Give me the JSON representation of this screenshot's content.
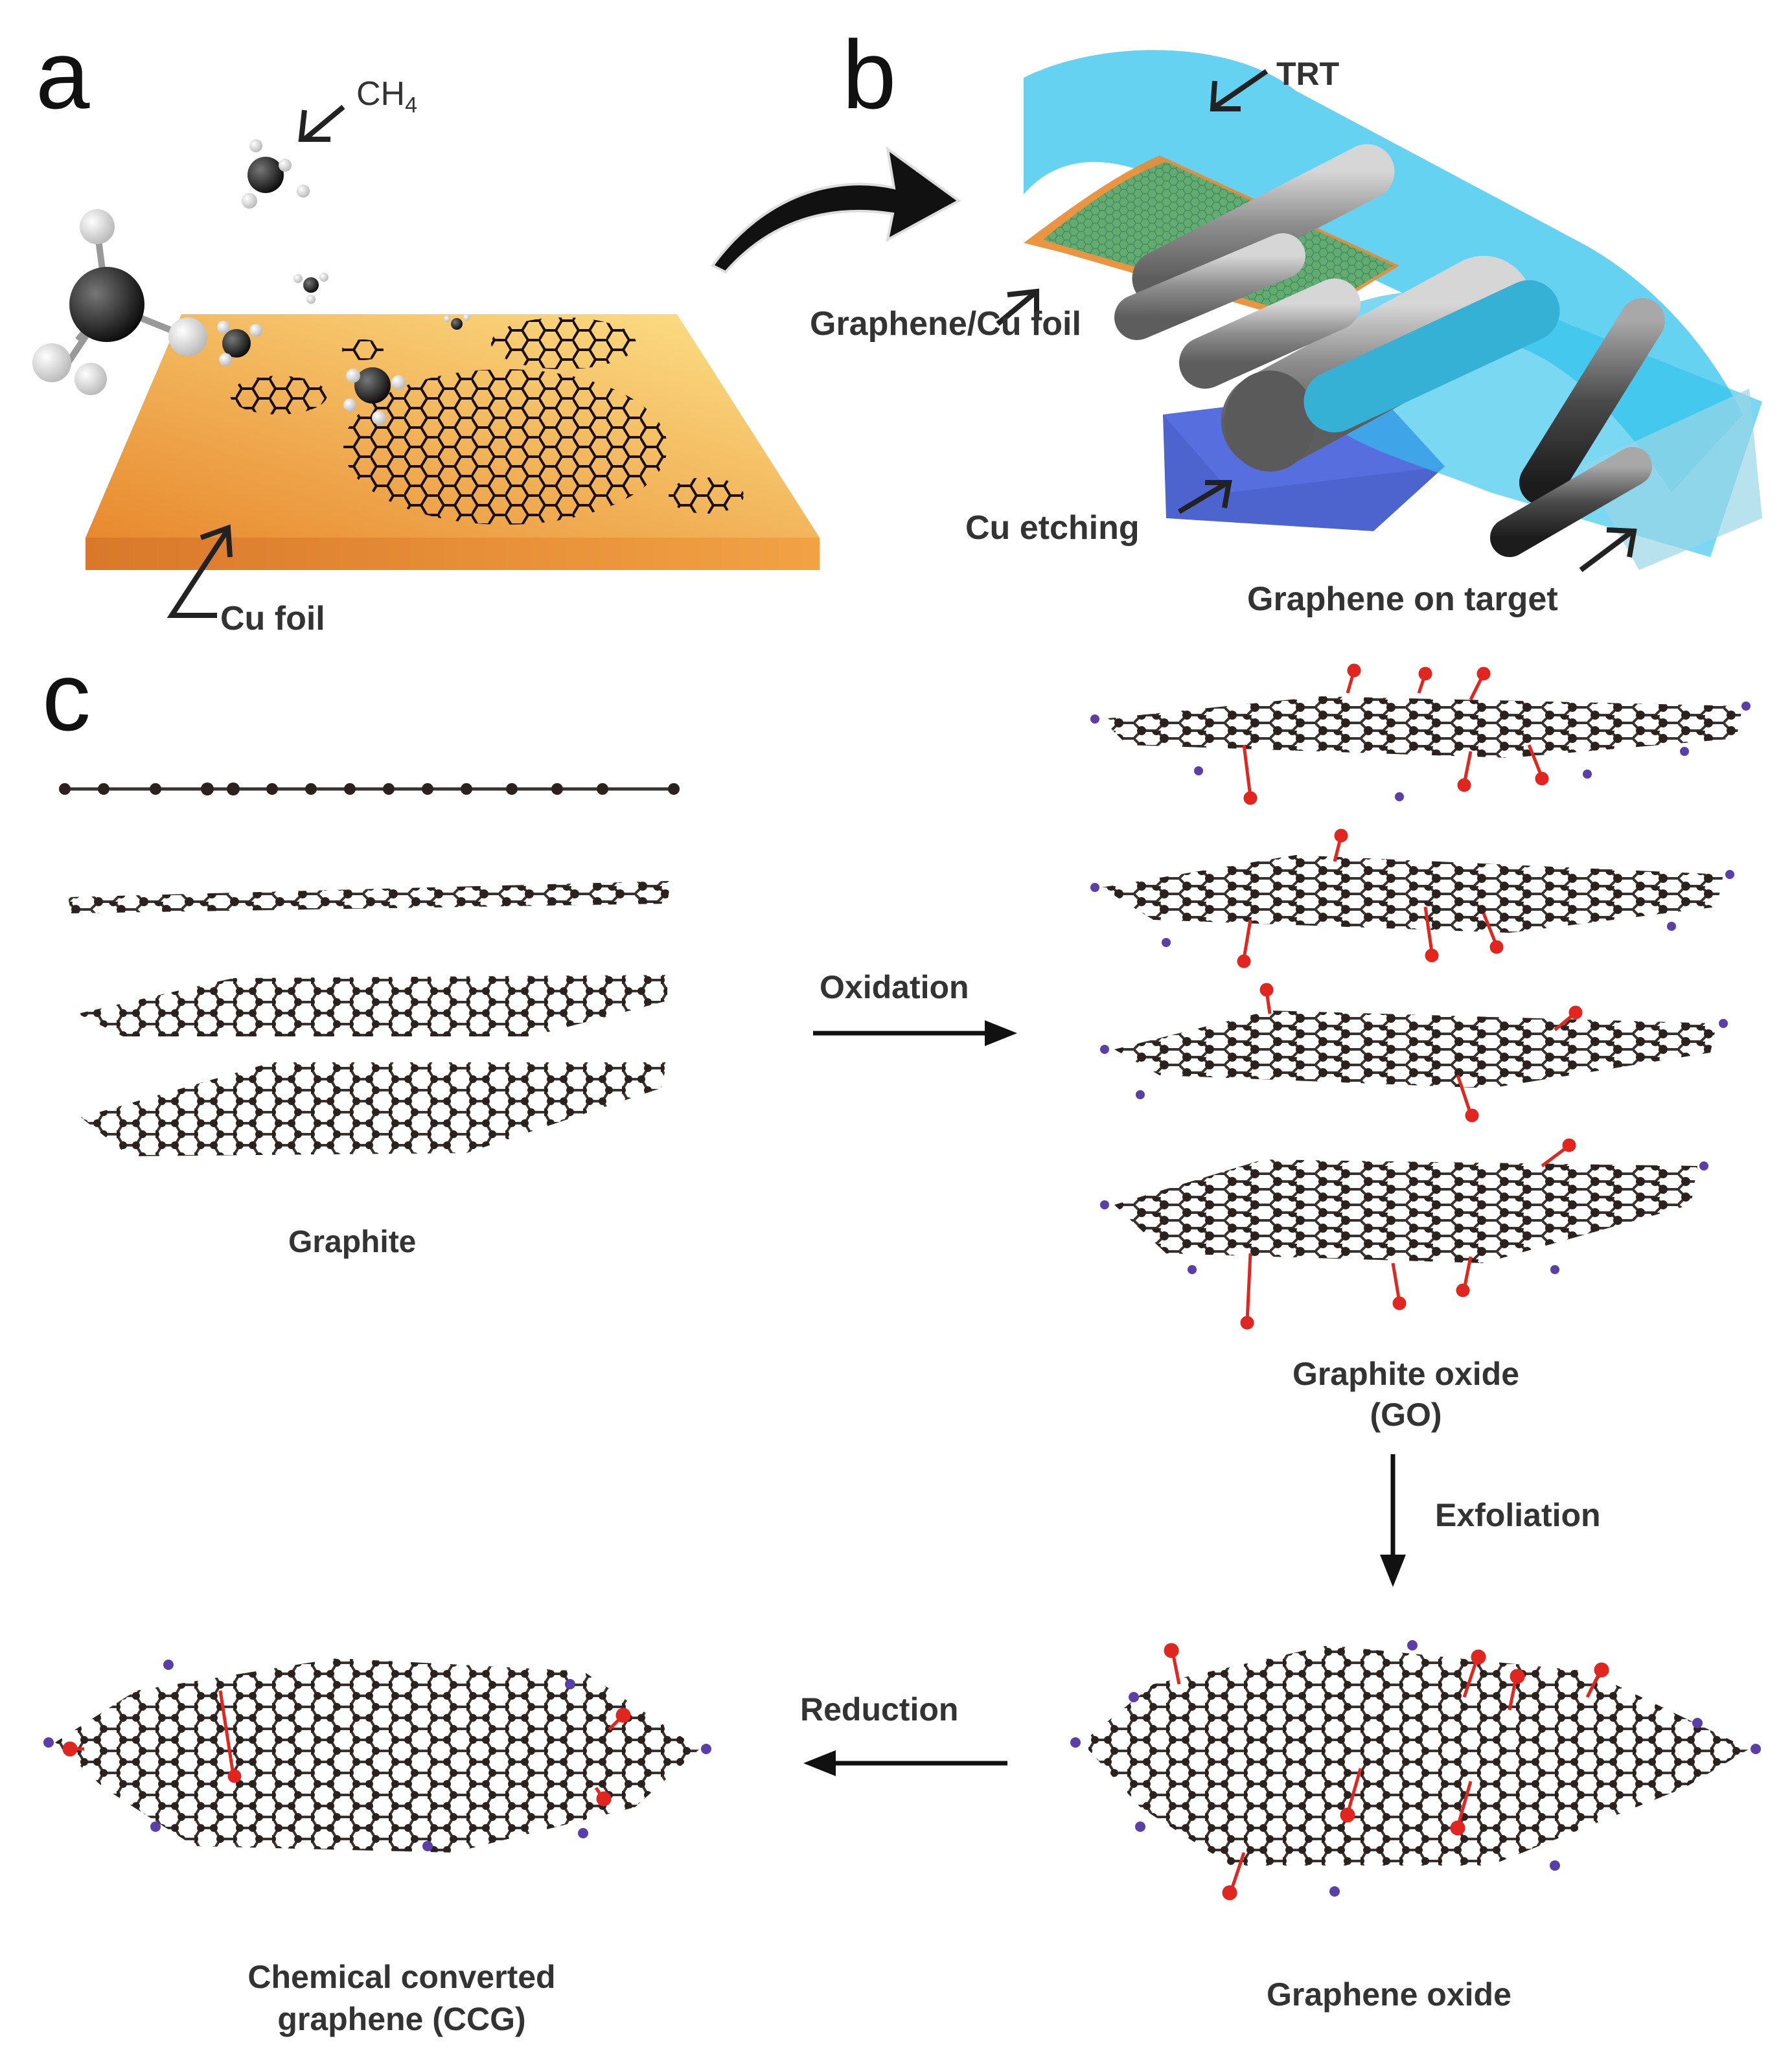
{
  "panels": {
    "a": {
      "letter": "a",
      "gas_label": "CH",
      "gas_subscript": "4",
      "substrate_label": "Cu foil"
    },
    "b": {
      "letter": "b",
      "tape_label": "TRT",
      "foil_label": "Graphene/Cu foil",
      "etch_label": "Cu etching",
      "target_label": "Graphene on target"
    },
    "c": {
      "letter": "c",
      "graphite_label": "Graphite",
      "oxidation_label": "Oxidation",
      "go_label_line1": "Graphite oxide",
      "go_label_line2": "(GO)",
      "exfoliation_label": "Exfoliation",
      "graphene_oxide_label": "Graphene oxide",
      "reduction_label": "Reduction",
      "ccg_label_line1": "Chemical converted",
      "ccg_label_line2": "graphene (CCG)"
    }
  },
  "colors": {
    "copper_light": "#fde38a",
    "copper_dark": "#e8892e",
    "tape": "#33c3ec",
    "graphene_film": "#4caf7a",
    "roller": "#6b6b6b",
    "etch_bath": "#3a52c9",
    "carbon": "#2b2220",
    "oxygen": "#e0261e",
    "hydrogen": "#5a3fa8"
  }
}
